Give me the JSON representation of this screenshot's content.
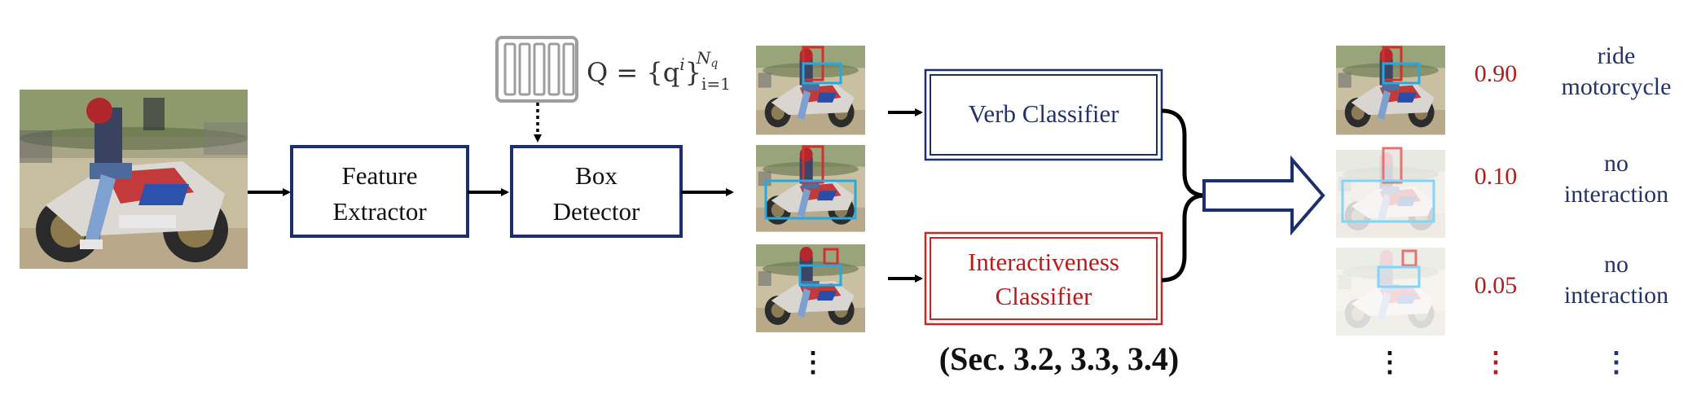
{
  "diagram": {
    "query_formula": {
      "lhs": "Q = {q",
      "sup_i": "i",
      "close": "}",
      "sub": "i=1",
      "sup_n": "N",
      "sup_n_sub": "q"
    },
    "feature_extractor": {
      "line1": "Feature",
      "line2": "Extractor"
    },
    "box_detector": {
      "line1": "Box",
      "line2": "Detector"
    },
    "verb_classifier": {
      "label": "Verb Classifier"
    },
    "interactiveness_classifier": {
      "line1": "Interactiveness",
      "line2": "Classifier"
    },
    "section_ref": "(Sec. 3.2, 3.3, 3.4)",
    "ellipsis": "⋮",
    "results": [
      {
        "score": "0.90",
        "line1": "ride",
        "line2": "motorcycle"
      },
      {
        "score": "0.10",
        "line1": "no",
        "line2": "interaction"
      },
      {
        "score": "0.05",
        "line1": "no",
        "line2": "interaction"
      }
    ],
    "colors": {
      "navy": "#1c2f6b",
      "red_box": "#c62828",
      "cyan_box": "#29a8e0",
      "score_red": "#b71c1c",
      "label_blue": "#24336e"
    }
  }
}
